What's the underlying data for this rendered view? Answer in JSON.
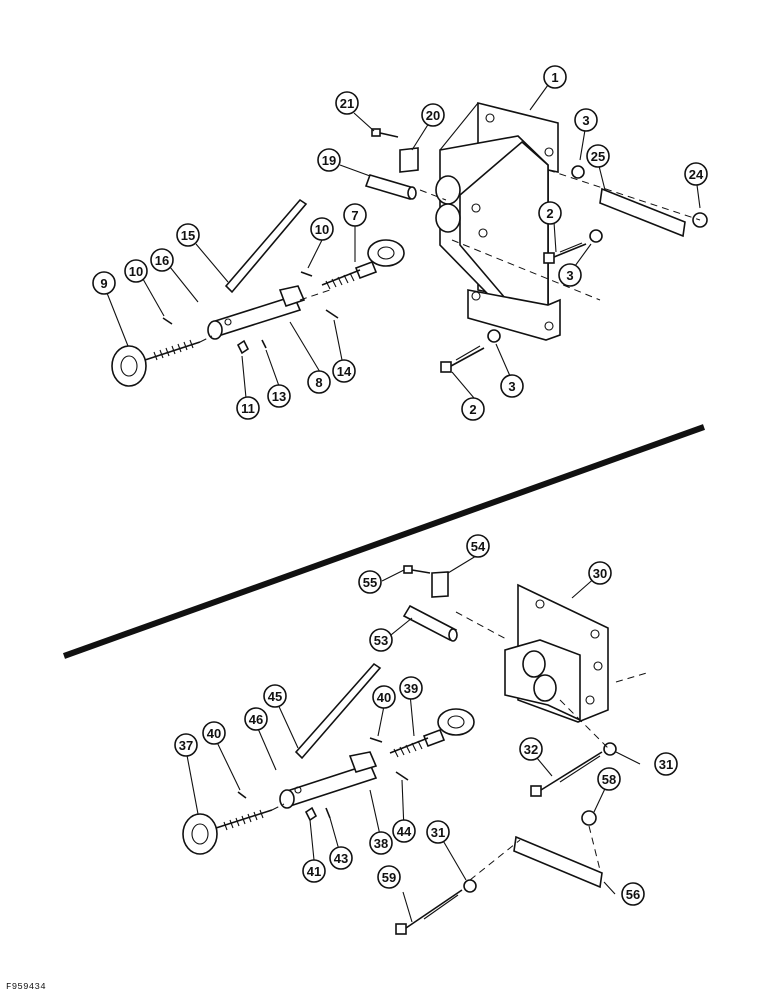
{
  "figure_code": "F959434",
  "upper_assembly": {
    "callouts": [
      "1",
      "2",
      "3",
      "7",
      "8",
      "9",
      "10",
      "11",
      "13",
      "14",
      "15",
      "16",
      "19",
      "20",
      "21",
      "24",
      "25"
    ]
  },
  "lower_assembly": {
    "callouts": [
      "30",
      "31",
      "32",
      "37",
      "38",
      "39",
      "40",
      "41",
      "43",
      "44",
      "45",
      "46",
      "53",
      "54",
      "55",
      "56",
      "58",
      "59"
    ]
  }
}
